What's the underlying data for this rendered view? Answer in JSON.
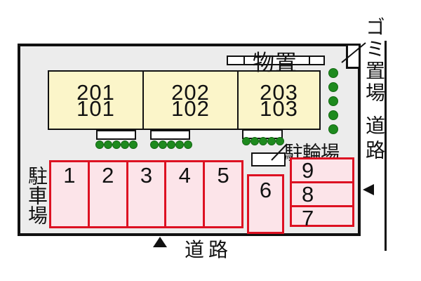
{
  "title": "apartment-site-plan",
  "colors": {
    "site_background": "#ececec",
    "building_fill": "#fbf5c9",
    "parking_fill": "#fce4e9",
    "parking_border": "#dd1122",
    "shrub_green": "#1e8a1e",
    "line_black": "#111111"
  },
  "site": {
    "storage_label": "物置",
    "garbage_label": "ゴミ置場",
    "road_right_label": "道路",
    "road_bottom_label": "道路",
    "bicycle_parking_label": "駐輪場",
    "car_parking_label": "駐車場",
    "buildings": [
      {
        "upper": "201",
        "lower": "101"
      },
      {
        "upper": "202",
        "lower": "102"
      },
      {
        "upper": "203",
        "lower": "103"
      }
    ],
    "parking_spaces": [
      "1",
      "2",
      "3",
      "4",
      "5",
      "6",
      "7",
      "8",
      "9"
    ]
  }
}
